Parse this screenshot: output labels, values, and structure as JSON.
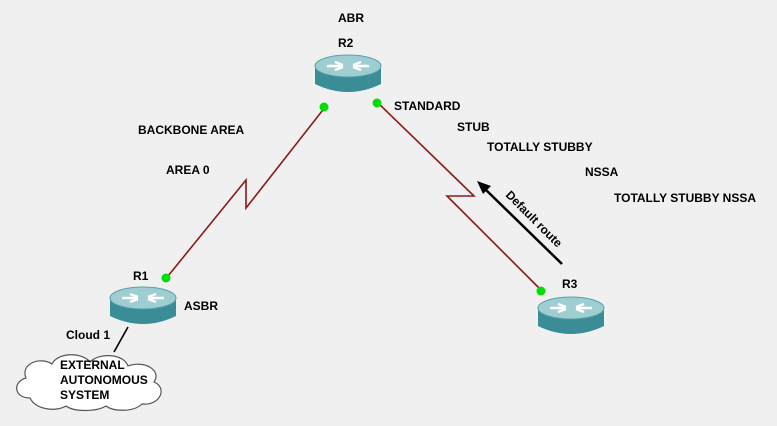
{
  "labels": {
    "abr": "ABR",
    "r2": "R2",
    "r1": "R1",
    "r3": "R3",
    "asbr": "ASBR",
    "cloud1": "Cloud 1",
    "backbone_area": "BACKBONE AREA",
    "area0": "AREA 0",
    "standard": "STANDARD",
    "stub": "STUB",
    "totally_stubby": "TOTALLY STUBBY",
    "nssa": "NSSA",
    "totally_stubby_nssa": "TOTALLY STUBBY NSSA",
    "default_route": "Default route"
  },
  "cloud": {
    "lines": [
      "EXTERNAL",
      "AUTONOMOUS",
      "SYSTEM"
    ]
  },
  "colors": {
    "background": "#f0f0f0",
    "link": "#8b1a1a",
    "port_up": "#00e000",
    "router_body": "#3a8c96",
    "router_top": "#9ecdd2"
  }
}
